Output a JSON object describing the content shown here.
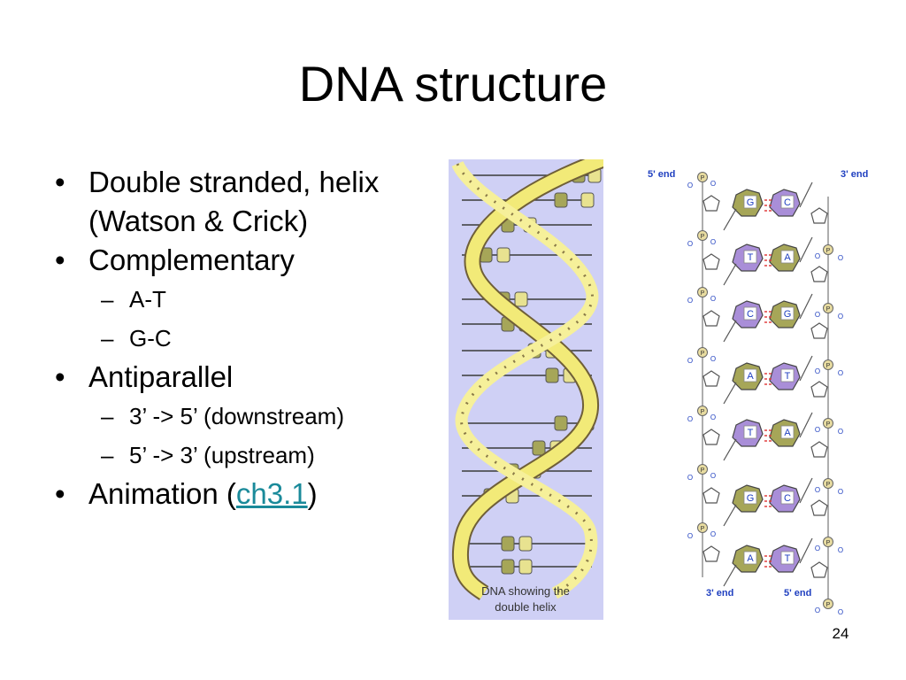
{
  "slide": {
    "title": "DNA structure",
    "page_number": "24"
  },
  "bullets": {
    "b1": "Double stranded, helix (Watson & Crick)",
    "b2": "Complementary",
    "b2_sub1": "A-T",
    "b2_sub2": "G-C",
    "b3": "Antiparallel",
    "b3_sub1": "3’ -> 5’ (downstream)",
    "b3_sub2": "5’ -> 3’ (upstream)",
    "b4_prefix": "Animation (",
    "b4_link": "ch3.1",
    "b4_suffix": ")"
  },
  "helix_figure": {
    "caption_line1": "DNA showing the",
    "caption_line2": "double helix"
  },
  "base_pair_figure": {
    "label_5_end_top": "5' end",
    "label_3_end_top": "3' end",
    "label_3_end_bottom": "3' end",
    "label_5_end_bottom": "5' end",
    "phosphate": "P",
    "oxygen": "O",
    "pairs": [
      {
        "left": "G",
        "right": "C"
      },
      {
        "left": "T",
        "right": "A"
      },
      {
        "left": "C",
        "right": "G"
      },
      {
        "left": "A",
        "right": "T"
      },
      {
        "left": "T",
        "right": "A"
      },
      {
        "left": "G",
        "right": "C"
      },
      {
        "left": "A",
        "right": "T"
      }
    ]
  },
  "colors": {
    "helix_background": "#cfd0f5",
    "helix_strand_yellow": "#f2ea78",
    "helix_strand_dark": "#7a6a40",
    "purine_fill": "#a6a658",
    "pyrimidine_fill": "#a98ed8",
    "hydrogen_bond": "#e04040",
    "label_blue": "#2040c0",
    "link": "#1a8a9a"
  }
}
